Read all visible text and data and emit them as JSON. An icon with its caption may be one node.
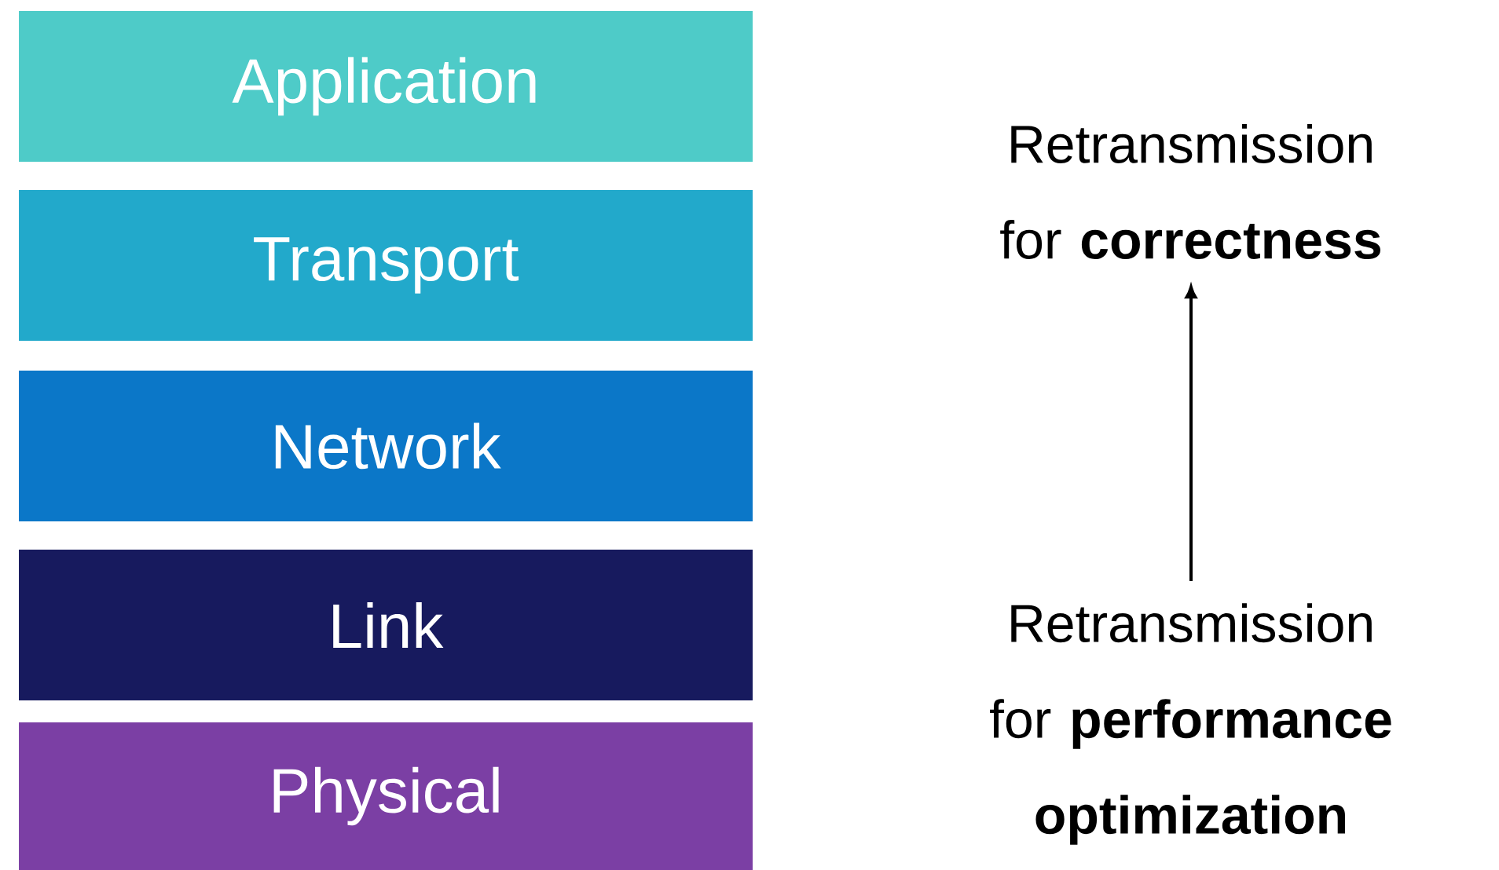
{
  "diagram": {
    "nodes": [
      {
        "text": [
          "Application"
        ]
      },
      {
        "text": [
          "Transport"
        ]
      },
      {
        "text": [
          "Network"
        ]
      },
      {
        "text": [
          "Link"
        ]
      },
      {
        "text": [
          "Physical"
        ]
      },
      {
        "text": [
          "Retransmission for **correctness**"
        ]
      },
      {
        "text": [
          "Retransmission for **performance optimization**"
        ]
      }
    ],
    "edges": [
      {
        "from": 6,
        "to": 5,
        "arrow": "to"
      }
    ]
  }
}
